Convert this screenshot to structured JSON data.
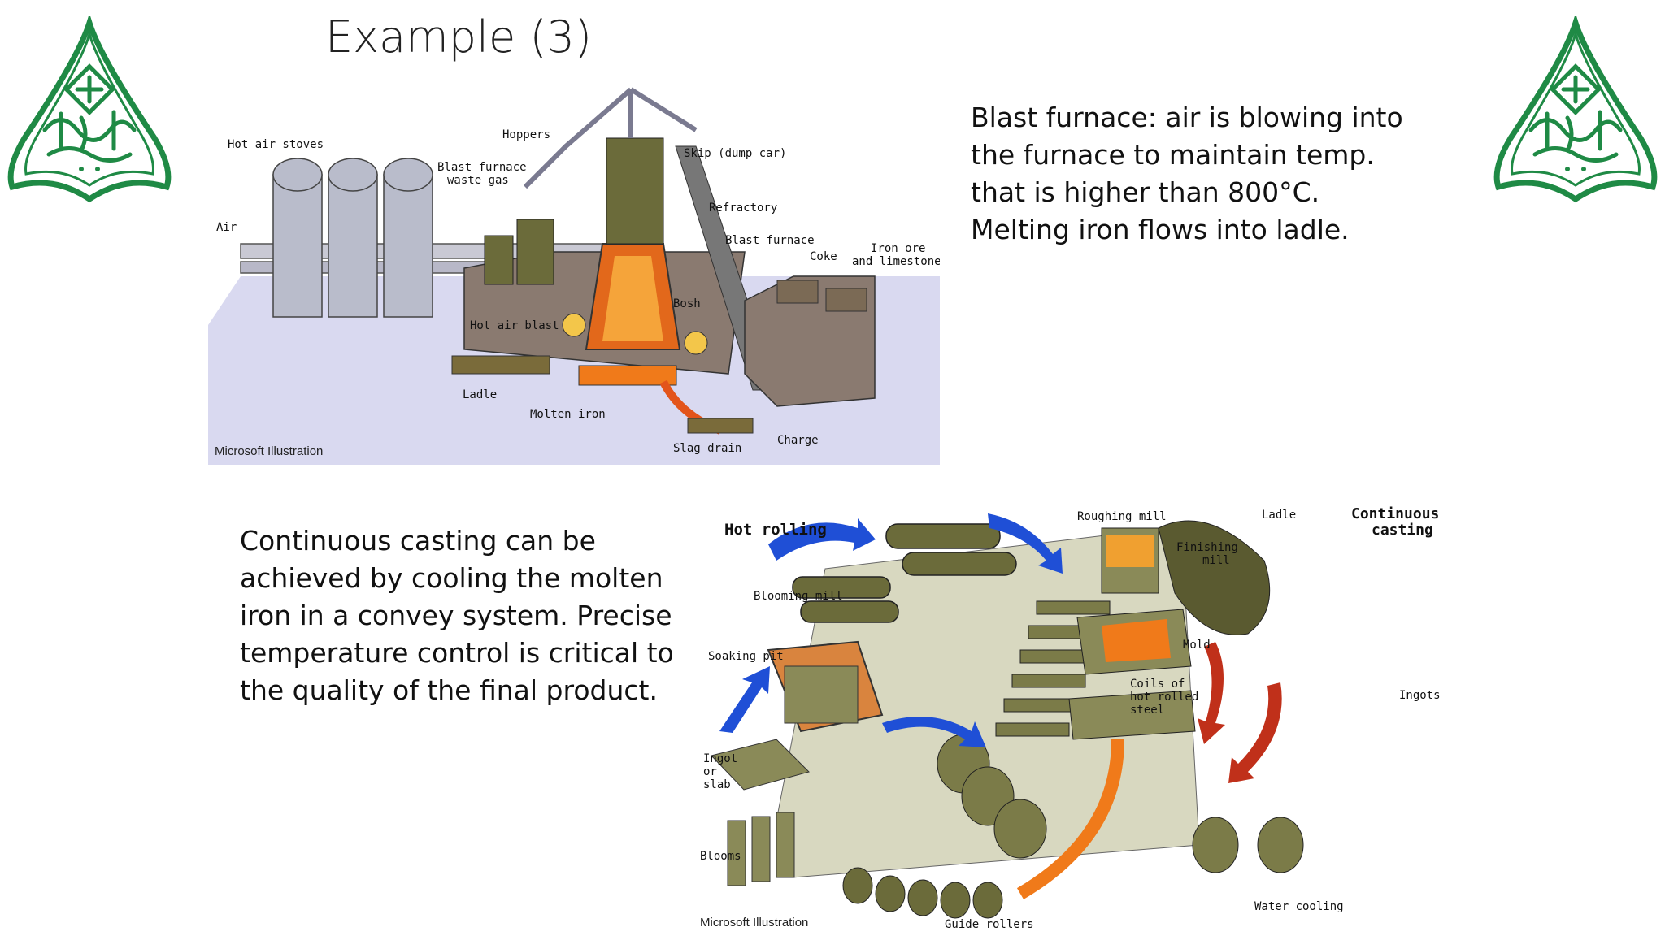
{
  "slide": {
    "title": "Example (3)",
    "paragraph_blast": "Blast furnace: air is blowing into the furnace to maintain temp. that is higher than 800°C.  Melting iron flows into ladle.",
    "paragraph_casting": "Continuous casting can be achieved by cooling the molten iron in a convey system.  Precise temperature control is critical to the quality of the final product."
  },
  "figure_blast": {
    "labels": {
      "hot_air_stoves": "Hot air stoves",
      "hoppers": "Hoppers",
      "skip": "Skip (dump car)",
      "waste_gas_1": "Blast furnace",
      "waste_gas_2": "waste gas",
      "refractory": "Refractory",
      "air": "Air",
      "blast_furnace": "Blast furnace",
      "coke": "Coke",
      "ore_1": "Iron ore",
      "ore_2": "and limestone",
      "bosh": "Bosh",
      "hot_air_blast": "Hot air blast",
      "ladle": "Ladle",
      "molten_iron": "Molten iron",
      "charge": "Charge",
      "slag_drain": "Slag drain"
    },
    "credit": "Microsoft Illustration"
  },
  "figure_casting": {
    "labels": {
      "hot_rolling": "Hot rolling",
      "roughing_mill": "Roughing mill",
      "ladle": "Ladle",
      "continuous_1": "Continuous",
      "continuous_2": "casting",
      "finishing_1": "Finishing",
      "finishing_2": "mill",
      "blooming_mill": "Blooming mill",
      "soaking_pit": "Soaking pit",
      "mold": "Mold",
      "coils_1": "Coils of",
      "coils_2": "hot rolled",
      "coils_3": "steel",
      "ingots": "Ingots",
      "ingot_1": "Ingot",
      "ingot_2": "or",
      "ingot_3": "slab",
      "blooms": "Blooms",
      "water_cooling": "Water cooling",
      "guide_rollers": "Guide rollers"
    },
    "credit": "Microsoft Illustration"
  },
  "colors": {
    "logo_green": "#1f8a45",
    "steel_olive": "#6b6b3a",
    "molten_orange": "#f07a1a",
    "arrow_blue": "#1f4fd6",
    "arrow_red": "#c0301a"
  }
}
